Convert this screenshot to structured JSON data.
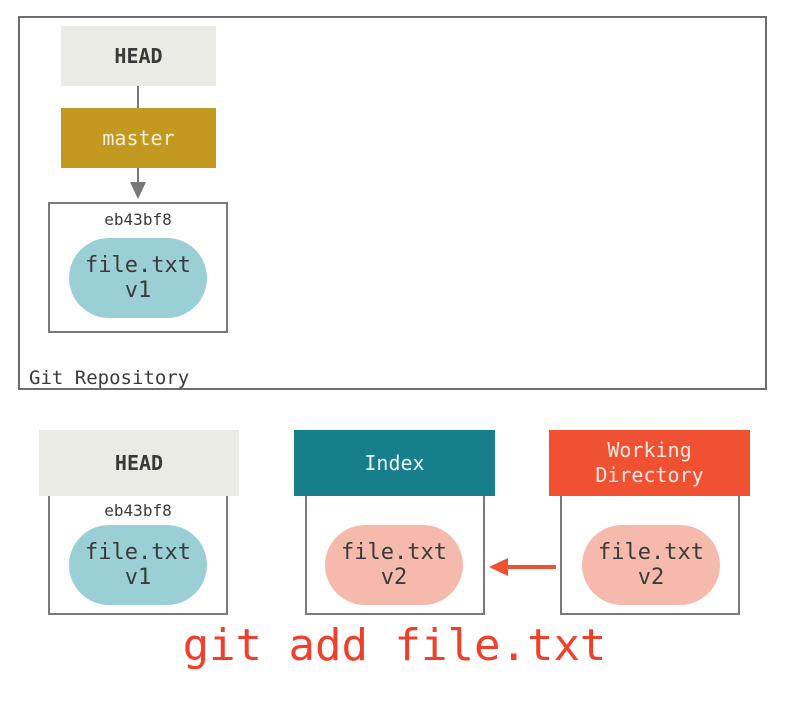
{
  "repository": {
    "label": "Git Repository",
    "head_label": "HEAD",
    "branch_label": "master",
    "commit": {
      "hash": "eb43bf8",
      "file_name": "file.txt",
      "file_version": "v1"
    }
  },
  "trees": {
    "head": {
      "title": "HEAD",
      "hash": "eb43bf8",
      "file_name": "file.txt",
      "file_version": "v1"
    },
    "index": {
      "title": "Index",
      "file_name": "file.txt",
      "file_version": "v2"
    },
    "working": {
      "title": "Working\nDirectory",
      "file_name": "file.txt",
      "file_version": "v2"
    }
  },
  "command": "git add file.txt",
  "colors": {
    "head_fill": "#ebebe5",
    "branch_fill": "#c39a1f",
    "index_fill": "#177e8c",
    "working_fill": "#f05133",
    "blob_blue": "#9acfd6",
    "blob_pink": "#f6baac",
    "command_text": "#f0402b"
  }
}
